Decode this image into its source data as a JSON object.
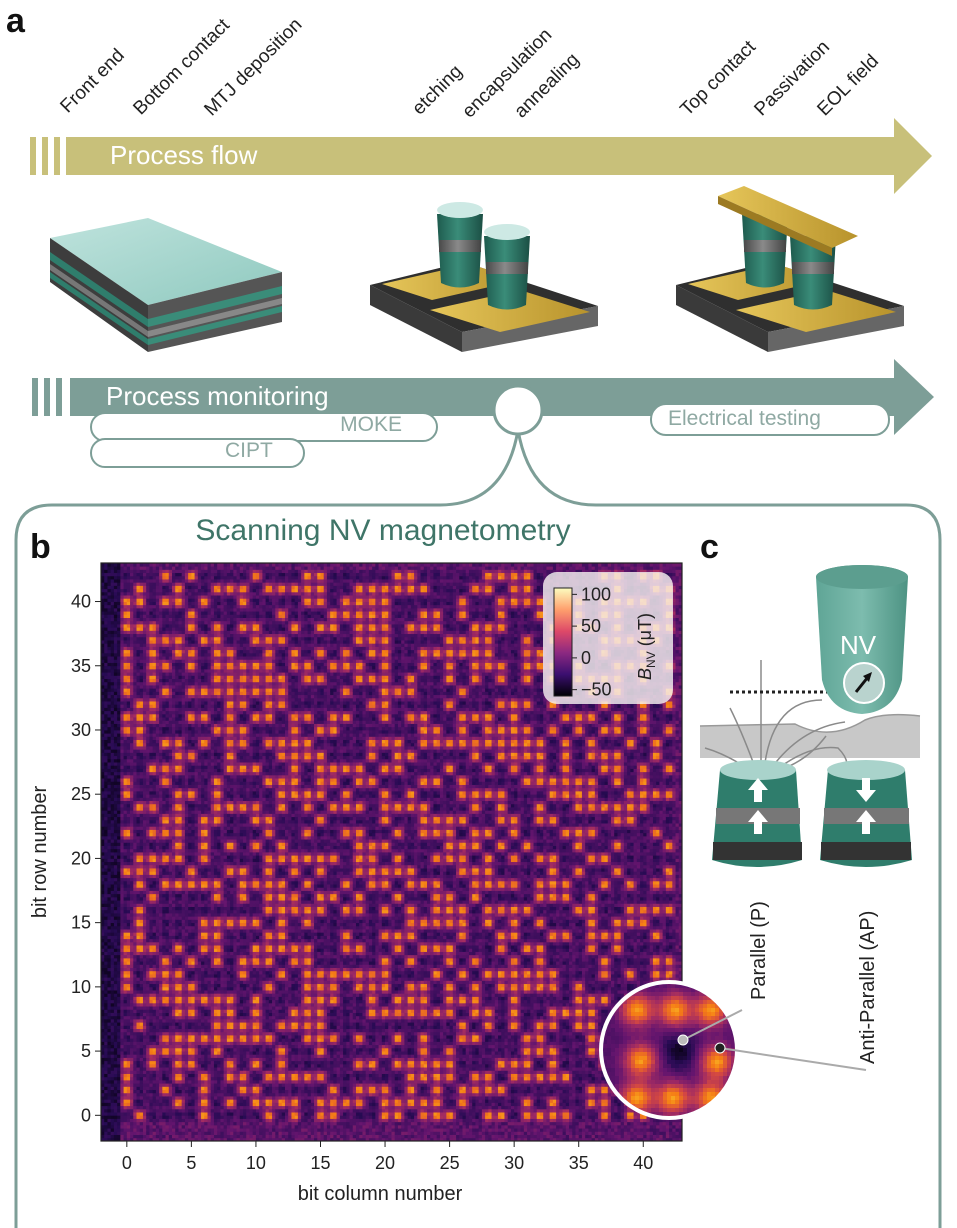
{
  "panels": {
    "a": "a",
    "b": "b",
    "c": "c"
  },
  "process_steps": [
    "Front end",
    "Bottom contact",
    "MTJ deposition",
    "etching",
    "encapsulation",
    "annealing",
    "Top contact",
    "Passivation",
    "EOL field"
  ],
  "process_flow_label": "Process flow",
  "process_monitoring_label": "Process monitoring",
  "monitoring_methods": {
    "moke": "MOKE",
    "cipt": "CIPT",
    "electrical": "Electrical testing"
  },
  "section_title": "Scanning NV magnetometry",
  "panel_c": {
    "nv_label": "NV",
    "parallel": "Parallel (P)",
    "anti_parallel": "Anti-Parallel (AP)"
  },
  "colors": {
    "process_flow": "#c8c07a",
    "process_monitoring": "#7d9e97",
    "mtj_teal": "#2f7d6c",
    "contact_gold": "#c9a636"
  },
  "chart_data": {
    "type": "heatmap",
    "xlabel": "bit column number",
    "ylabel": "bit row number",
    "xlim": [
      -2,
      43
    ],
    "ylim": [
      -2,
      43
    ],
    "xticks": [
      0,
      5,
      10,
      15,
      20,
      25,
      30,
      35,
      40
    ],
    "yticks": [
      0,
      5,
      10,
      15,
      20,
      25,
      30,
      35,
      40
    ],
    "colorbar": {
      "label_main": "B",
      "label_sub": "NV",
      "label_unit": " (μT)",
      "ticks": [
        100,
        50,
        0,
        -50
      ],
      "range": [
        -60,
        110
      ],
      "colormap": "inferno"
    }
  }
}
